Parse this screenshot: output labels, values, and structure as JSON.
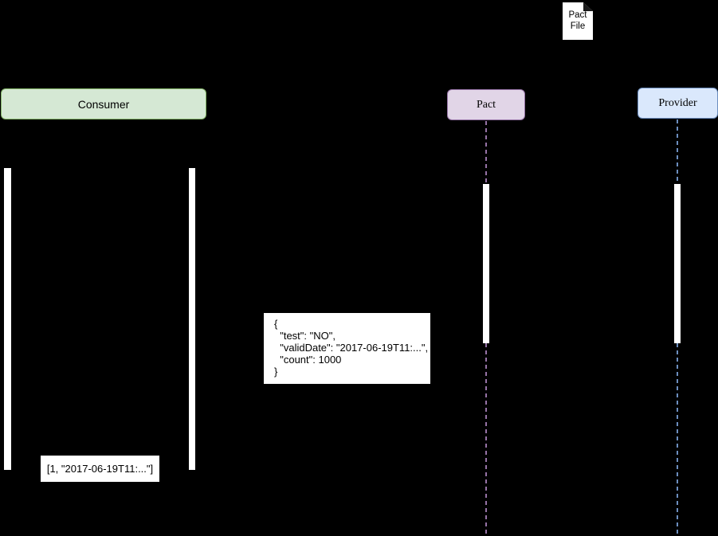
{
  "diagram": {
    "type": "sequence-diagram",
    "background_color": "#000000",
    "pact_file_note": {
      "label": "Pact\nFile",
      "fill": "#ffffff"
    },
    "actors": [
      {
        "id": "consumer",
        "label": "Consumer",
        "fill": "#d5e8d4",
        "border": "#82b366"
      },
      {
        "id": "pact",
        "label": "Pact",
        "fill": "#e1d5e7",
        "border": "#9673a6"
      },
      {
        "id": "provider",
        "label": "Provider",
        "fill": "#dae8fc",
        "border": "#6c8ebf"
      }
    ],
    "lifelines": [
      {
        "actor": "pact",
        "color": "#9673a6",
        "style": "dashed"
      },
      {
        "actor": "provider",
        "color": "#6c8ebf",
        "style": "dashed"
      }
    ],
    "activation_bars": [
      {
        "actor": "consumer",
        "count": 2,
        "fill": "#ffffff"
      },
      {
        "actor": "pact",
        "count": 1,
        "fill": "#ffffff"
      },
      {
        "actor": "provider",
        "count": 1,
        "fill": "#ffffff"
      }
    ],
    "messages": {
      "response_payload": "{\n  \"test\": \"NO\",\n  \"validDate\": \"2017-06-19T11:...\",\n  \"count\": 1000\n}",
      "matcher_note": "[1, \"2017-06-19T11:...\"]"
    }
  }
}
